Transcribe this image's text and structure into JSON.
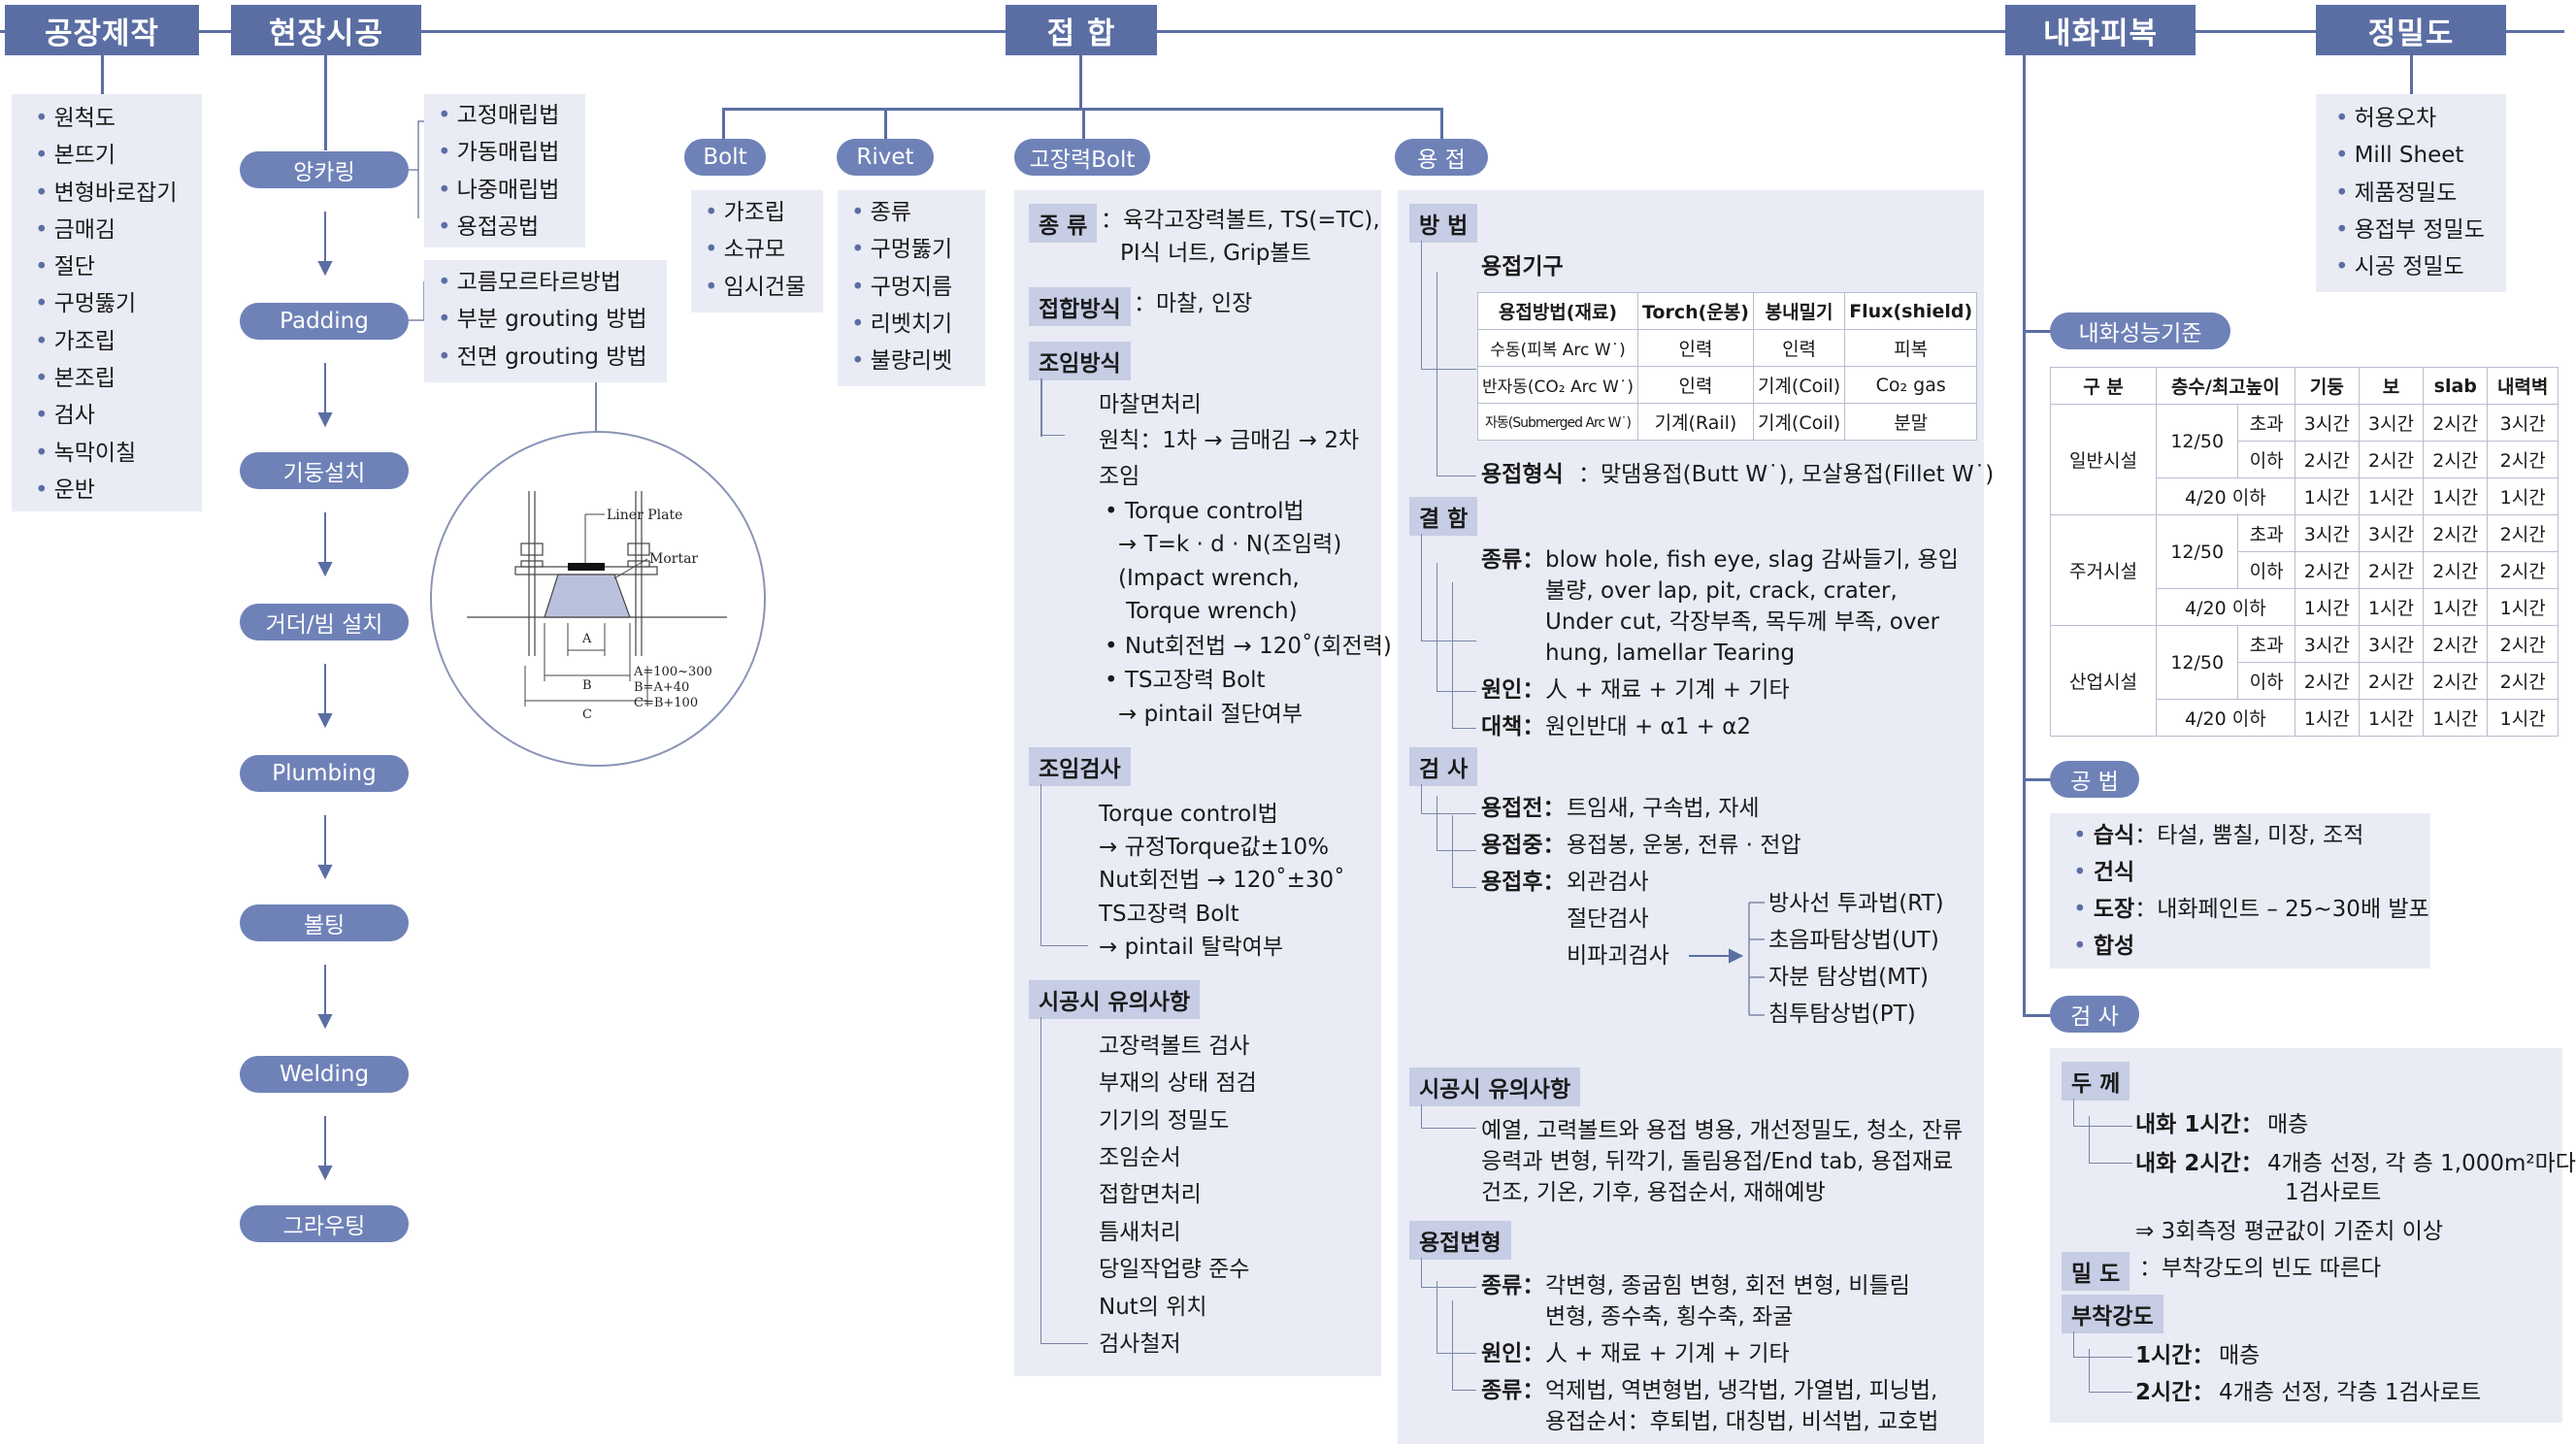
{
  "headers": {
    "factory": "공장제작",
    "site": "현장시공",
    "joint": "접 합",
    "fireproof": "내화피복",
    "precision": "정밀도"
  },
  "factory_items": [
    "원척도",
    "본뜨기",
    "변형바로잡기",
    "금매김",
    "절단",
    "구멍뚫기",
    "가조립",
    "본조립",
    "검사",
    "녹막이칠",
    "운반"
  ],
  "site_steps": [
    "앙카링",
    "Padding",
    "기둥설치",
    "거더/빔 설치",
    "Plumbing",
    "볼팅",
    "Welding",
    "그라우팅"
  ],
  "anchoring_methods": [
    "고정매립법",
    "가동매립법",
    "나중매립법",
    "용접공법"
  ],
  "padding_methods": [
    "고름모르타르방법",
    "부분 grouting 방법",
    "전면 grouting 방법"
  ],
  "anchor_figure": {
    "liner_plate": "Liner Plate",
    "mortar": "Mortar",
    "label_a": "A",
    "label_b": "B",
    "label_c": "C",
    "dim1": "A=100~300",
    "dim2": "B=A+40",
    "dim3": "C=B+100"
  },
  "bolt": {
    "title": "Bolt",
    "items": [
      "가조립",
      "소규모",
      "임시건물"
    ]
  },
  "rivet": {
    "title": "Rivet",
    "items": [
      "종류",
      "구멍뚫기",
      "구멍지름",
      "리벳치기",
      "불량리벳"
    ]
  },
  "htb": {
    "title": "고장력Bolt",
    "kind_label": "종 류",
    "kind_line1": "：육각고장력볼트, TS(=TC),",
    "kind_line2": "PI식 너트, Grip볼트",
    "method_label": "접합방식",
    "method_text": "：마찰, 인장",
    "tighten_label": "조임방식",
    "tighten_lines": [
      "마찰면처리",
      "원칙：1차 → 금매김 → 2차",
      "조임",
      "• Torque control법",
      "→ T=k · d · N(조임력)",
      "(Impact wrench,",
      "Torque wrench)",
      "• Nut회전법 → 120˚(회전력)",
      "• TS고장력 Bolt",
      "→ pintail 절단여부"
    ],
    "inspect_label": "조임검사",
    "inspect_lines": [
      "Torque control법",
      "→ 규정Torque값±10%",
      "Nut회전법 → 120˚±30˚",
      "TS고장력 Bolt",
      "→ pintail 탈락여부"
    ],
    "caution_label": "시공시 유의사항",
    "caution_lines": [
      "고장력볼트 검사",
      "부재의 상태 점검",
      "기기의 정밀도",
      "조임순서",
      "접합면처리",
      "틈새처리",
      "당일작업량 준수",
      "Nut의 위치",
      "검사철저"
    ]
  },
  "weld": {
    "title": "용 접",
    "method_label": "방 법",
    "equip_label": "용접기구",
    "equip_table": {
      "headers": [
        "용접방법(재료)",
        "Torch(운봉)",
        "봉내밀기",
        "Flux(shield)"
      ],
      "rows": [
        [
          "수동(피복 Arc W˙)",
          "인력",
          "인력",
          "피복"
        ],
        [
          "반자동(CO₂ Arc W˙)",
          "인력",
          "기계(Coil)",
          "Co₂ gas"
        ],
        [
          "자동(Submerged Arc W˙)",
          "기계(Rail)",
          "기계(Coil)",
          "분말"
        ]
      ]
    },
    "form_label": "용접형식",
    "form_text": "：맞댐용접(Butt W˙), 모살용접(Fillet W˙)",
    "defect_label": "결 함",
    "defect_kind_label": "종류：",
    "defect_kind_lines": [
      "blow hole, fish eye, slag 감싸들기, 용입",
      "불량, over lap, pit, crack, crater,",
      "Under cut, 각장부족, 목두께 부족, over",
      "hung, lamellar Tearing"
    ],
    "defect_cause_label": "원인：",
    "defect_cause_text": "人 + 재료 + 기계 + 기타",
    "defect_fix_label": "대책：",
    "defect_fix_text": "원인반대 + α1 + α2",
    "inspect_label": "검 사",
    "inspect_before_label": "용접전：",
    "inspect_before_text": "트임새, 구속법, 자세",
    "inspect_during_label": "용접중：",
    "inspect_during_text": "용접봉, 운봉, 전류 · 전압",
    "inspect_after_label": "용접후：",
    "inspect_after_text": "외관검사",
    "inspect_cut": "절단검사",
    "inspect_ndt": "비파괴검사",
    "ndt_items": [
      "방사선 투과법(RT)",
      "초음파탐상법(UT)",
      "자분 탐상법(MT)",
      "침투탐상법(PT)"
    ],
    "caution_label": "시공시 유의사항",
    "caution_lines": [
      "예열, 고력볼트와 용접 병용, 개선정밀도, 청소, 잔류",
      "응력과 변형, 뒤깍기, 돌림용접/End tab, 용접재료",
      "건조, 기온, 기후, 용접순서, 재해예방"
    ],
    "deform_label": "용접변형",
    "deform_kind_label": "종류：",
    "deform_kind_lines": [
      "각변형, 종굽힘 변형, 회전 변형, 비틀림",
      "변형, 종수축, 횡수축, 좌굴"
    ],
    "deform_cause_label": "원인：",
    "deform_cause_text": "人 + 재료 + 기계 + 기타",
    "deform_fix_label": "종류：",
    "deform_fix_lines": [
      "억제법, 역변형법, 냉각법, 가열법, 피닝법,",
      "용접순서：후퇴법, 대칭법, 비석법, 교호법"
    ]
  },
  "fire": {
    "standard_label": "내화성능기준",
    "table_headers": [
      "구 분",
      "층수/최고높이",
      "기둥",
      "보",
      "slab",
      "내력벽"
    ],
    "groups": [
      {
        "name": "일반시설",
        "rows": [
          [
            "12/50",
            "초과",
            "3시간",
            "3시간",
            "2시간",
            "3시간"
          ],
          [
            "",
            "이하",
            "2시간",
            "2시간",
            "2시간",
            "2시간"
          ],
          [
            "4/20 이하",
            "",
            "1시간",
            "1시간",
            "1시간",
            "1시간"
          ]
        ]
      },
      {
        "name": "주거시설",
        "rows": [
          [
            "12/50",
            "초과",
            "3시간",
            "3시간",
            "2시간",
            "2시간"
          ],
          [
            "",
            "이하",
            "2시간",
            "2시간",
            "2시간",
            "2시간"
          ],
          [
            "4/20 이하",
            "",
            "1시간",
            "1시간",
            "1시간",
            "1시간"
          ]
        ]
      },
      {
        "name": "산업시설",
        "rows": [
          [
            "12/50",
            "초과",
            "3시간",
            "3시간",
            "2시간",
            "2시간"
          ],
          [
            "",
            "이하",
            "2시간",
            "2시간",
            "2시간",
            "2시간"
          ],
          [
            "4/20 이하",
            "",
            "1시간",
            "1시간",
            "1시간",
            "1시간"
          ]
        ]
      }
    ],
    "method_label": "공 법",
    "method_items": [
      {
        "b": "습식",
        "t": "：타설, 뿜칠, 미장, 조적"
      },
      {
        "b": "건식",
        "t": ""
      },
      {
        "b": "도장",
        "t": "：내화페인트 – 25~30배 발포"
      },
      {
        "b": "합성",
        "t": ""
      }
    ],
    "inspect_label": "검 사",
    "thick_label": "두 께",
    "thick_1h_label": "내화 1시간：",
    "thick_1h_text": "매층",
    "thick_2h_label": "내화 2시간：",
    "thick_2h_text": "4개층 선정, 각 층 1,000m²마다",
    "thick_2h_text2": "1검사로트",
    "thick_note": "⇒ 3회측정 평균값이 기준치 이상",
    "density_label": "밀 도",
    "density_text": "：부착강도의 빈도 따른다",
    "adhesion_label": "부착강도",
    "adh_1h_label": "1시간：",
    "adh_1h_text": "매층",
    "adh_2h_label": "2시간：",
    "adh_2h_text": "4개층 선정, 각층 1검사로트"
  },
  "precision_items": [
    "허용오차",
    "Mill Sheet",
    "제품정밀도",
    "용접부 정밀도",
    "시공 정밀도"
  ]
}
